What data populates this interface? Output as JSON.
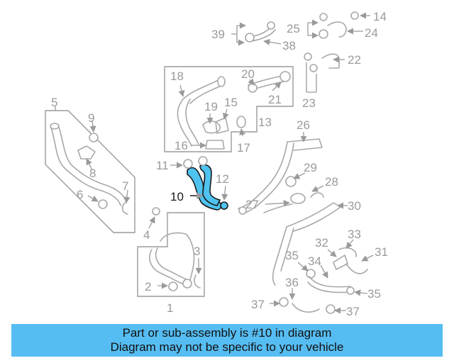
{
  "diagram": {
    "highlighted_part": "10",
    "callouts": [
      "1",
      "2",
      "3",
      "4",
      "5",
      "6",
      "7",
      "8",
      "9",
      "10",
      "11",
      "12",
      "13",
      "14",
      "15",
      "16",
      "17",
      "18",
      "19",
      "20",
      "21",
      "22",
      "23",
      "24",
      "25",
      "26",
      "27",
      "28",
      "29",
      "30",
      "31",
      "32",
      "33",
      "34",
      "35",
      "36",
      "37",
      "38",
      "39"
    ]
  },
  "banner": {
    "line1": "Part or sub-assembly is #10 in diagram",
    "line2": "Diagram may not be specific to your vehicle",
    "color": "#56bdf2"
  },
  "colors": {
    "highlight": "#4fc3f0",
    "lines": "#9a9a9a"
  }
}
